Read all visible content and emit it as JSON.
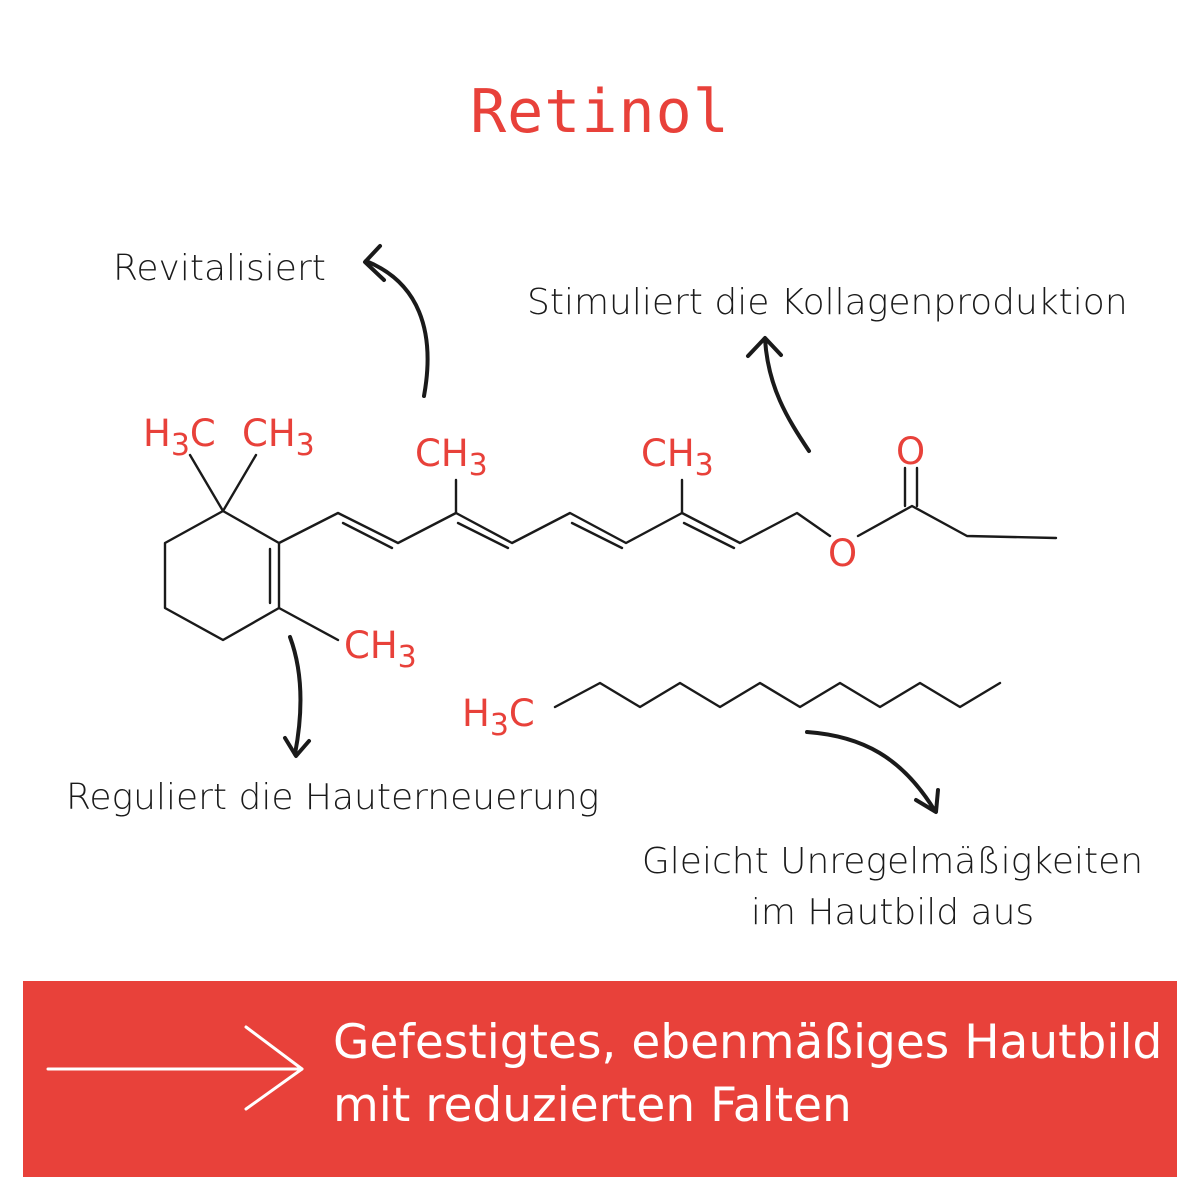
{
  "title": "Retinol",
  "annotations": {
    "revitalisiert": "Revitalisiert",
    "kollagen": "Stimuliert die Kollagenproduktion",
    "hauterneuerung": "Reguliert die Hauterneuerung",
    "unregelmaessigkeiten_line1": "Gleicht Unregelmäßigkeiten",
    "unregelmaessigkeiten_line2": "im Hautbild aus"
  },
  "molecule": {
    "h3c_1_main": "H",
    "h3c_1_sub": "3",
    "h3c_1_end": "C",
    "ch3_1_main": "CH",
    "ch3_1_sub": "3",
    "ch3_2_main": "CH",
    "ch3_2_sub": "3",
    "ch3_3_main": "CH",
    "ch3_3_sub": "3",
    "ch3_4_main": "CH",
    "ch3_4_sub": "3",
    "oxygen_carbonyl": "O",
    "oxygen_ester": "O",
    "h3c_2_main": "H",
    "h3c_2_sub": "3",
    "h3c_2_end": "C"
  },
  "result": {
    "line1": "Gefestigtes, ebenmäßiges Hautbild",
    "line2": "mit reduzierten Falten"
  },
  "colors": {
    "accent": "#e8413a",
    "text": "#1a1a1a",
    "banner_text": "#ffffff"
  }
}
